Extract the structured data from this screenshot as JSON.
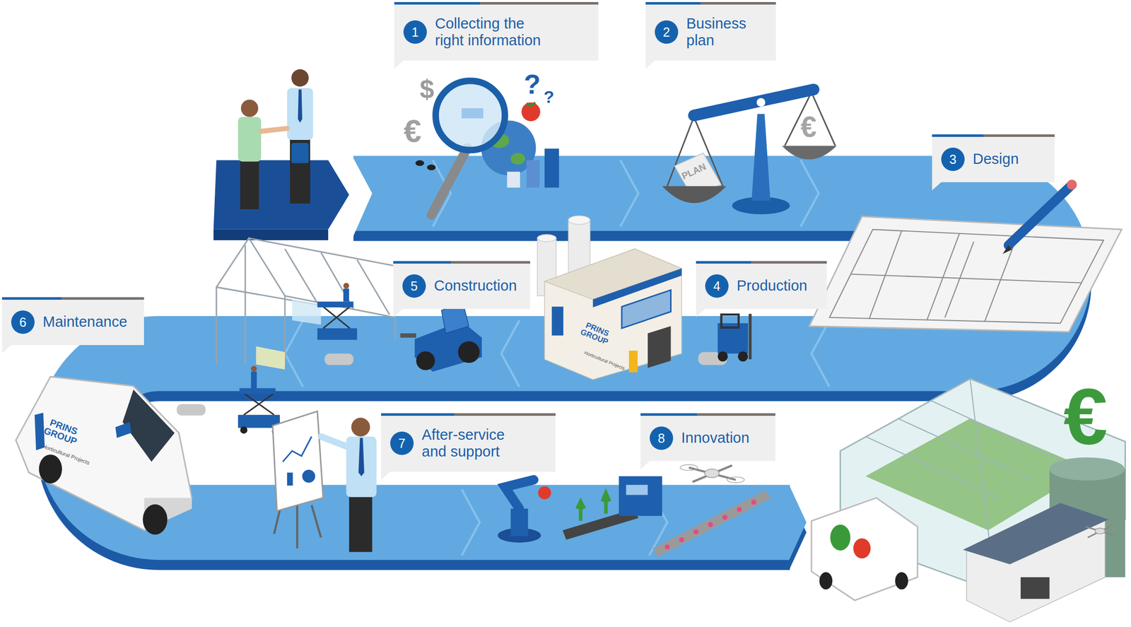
{
  "diagram": {
    "nodes": [
      {
        "text": [
          "Collecting the right information"
        ]
      },
      {
        "text": [
          "1"
        ],
        "in": 0
      },
      {
        "text": [
          "Business plan"
        ]
      },
      {
        "text": [
          "2"
        ],
        "in": 2
      },
      {
        "text": [
          "Design"
        ]
      },
      {
        "text": [
          "3"
        ],
        "in": 4
      },
      {
        "text": [
          "Production"
        ]
      },
      {
        "text": [
          "4"
        ],
        "in": 6
      },
      {
        "text": [
          "Construction"
        ]
      },
      {
        "text": [
          "5"
        ],
        "in": 8
      },
      {
        "text": [
          "Maintenance"
        ]
      },
      {
        "text": [
          "6"
        ],
        "in": 10
      },
      {
        "text": [
          "After-service and support"
        ]
      },
      {
        "text": [
          "7"
        ],
        "in": 12
      },
      {
        "text": [
          "Innovation"
        ]
      },
      {
        "text": [
          "8"
        ],
        "in": 14
      }
    ],
    "labels": [
      "$",
      "€",
      "?",
      "?",
      "PLAN",
      "€",
      "PRINS GROUP",
      "Horticultural Projects",
      "PRINS GROUP",
      "Horticultural Projects",
      "€"
    ]
  }
}
